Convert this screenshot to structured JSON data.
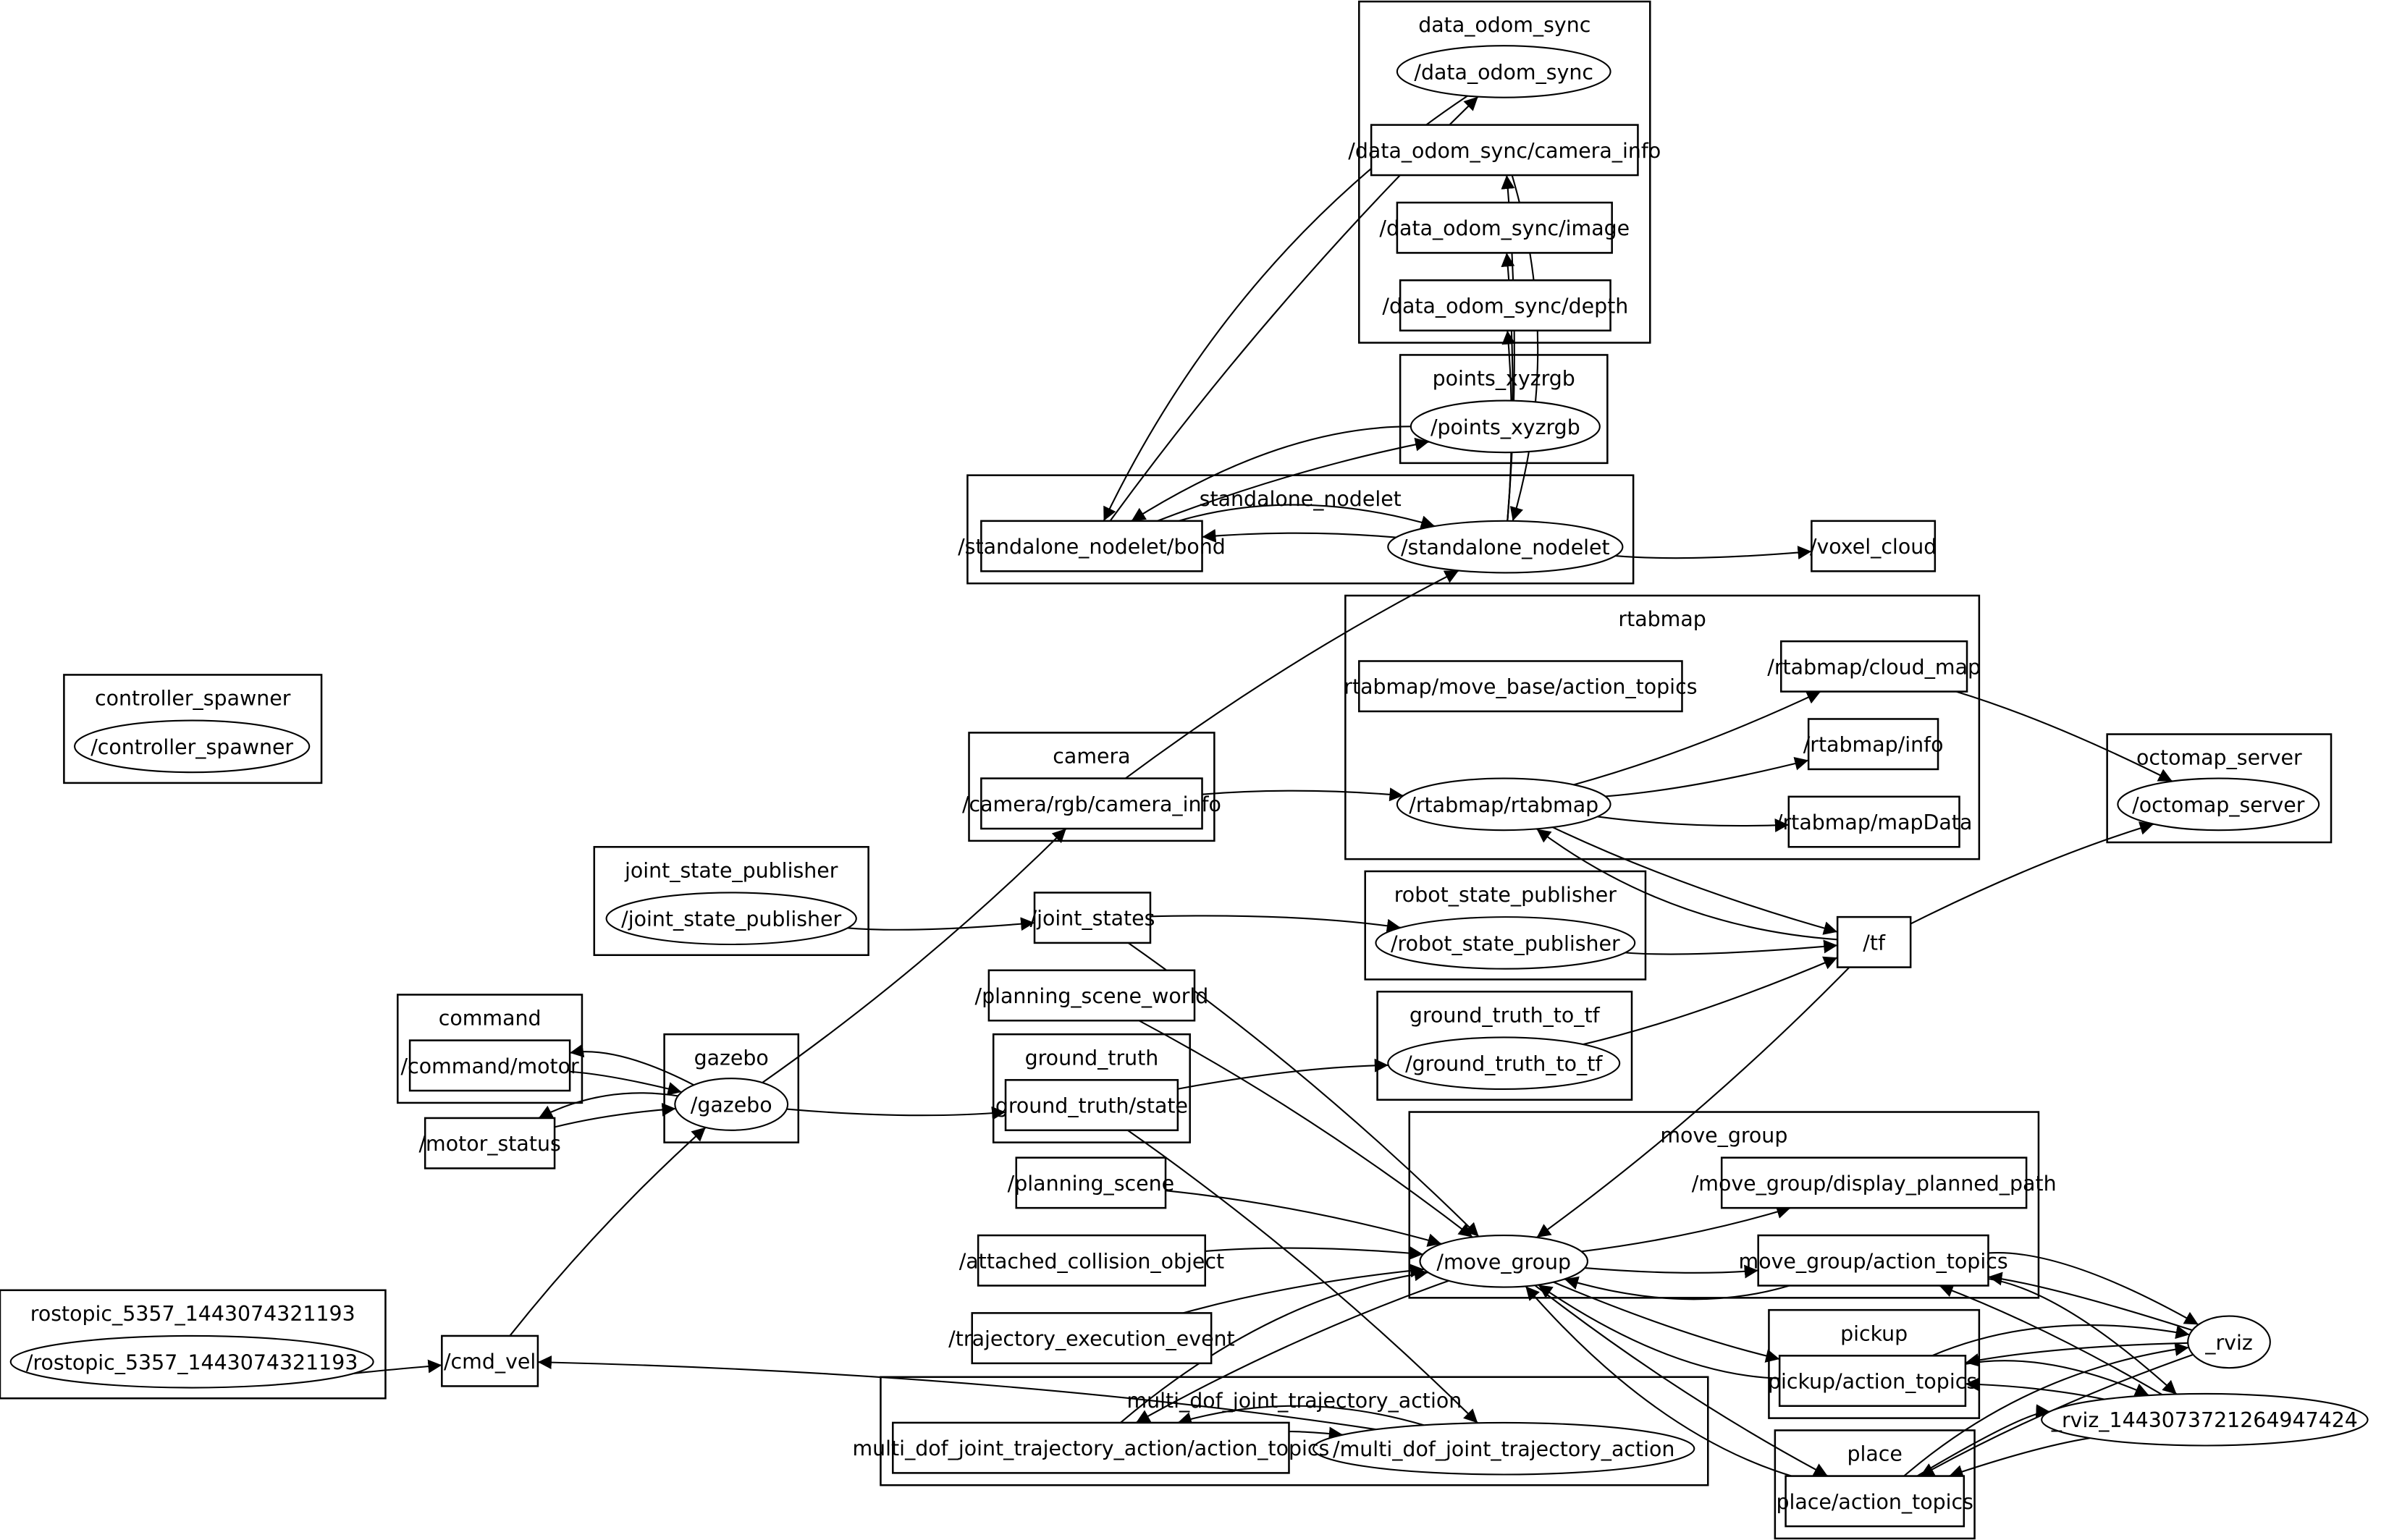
{
  "graph": {
    "title": "ROS computation graph",
    "clusters": [
      {
        "id": "data_odom_sync",
        "label": "data_odom_sync"
      },
      {
        "id": "points_xyzrgb",
        "label": "points_xyzrgb"
      },
      {
        "id": "standalone_nodelet",
        "label": "standalone_nodelet"
      },
      {
        "id": "rtabmap",
        "label": "rtabmap"
      },
      {
        "id": "controller_spawner",
        "label": "controller_spawner"
      },
      {
        "id": "camera",
        "label": "camera"
      },
      {
        "id": "octomap_server",
        "label": "octomap_server"
      },
      {
        "id": "joint_state_publisher",
        "label": "joint_state_publisher"
      },
      {
        "id": "robot_state_publisher",
        "label": "robot_state_publisher"
      },
      {
        "id": "command",
        "label": "command"
      },
      {
        "id": "gazebo",
        "label": "gazebo"
      },
      {
        "id": "ground_truth",
        "label": "ground_truth"
      },
      {
        "id": "ground_truth_to_tf",
        "label": "ground_truth_to_tf"
      },
      {
        "id": "move_group",
        "label": "move_group"
      },
      {
        "id": "pickup",
        "label": "pickup"
      },
      {
        "id": "rostopic",
        "label": "rostopic_5357_1443074321193"
      },
      {
        "id": "multi_dof",
        "label": "multi_dof_joint_trajectory_action"
      },
      {
        "id": "place",
        "label": "place"
      }
    ],
    "nodes": [
      {
        "id": "n_data_odom_sync",
        "kind": "node",
        "label": "/data_odom_sync"
      },
      {
        "id": "n_points_xyzrgb",
        "kind": "node",
        "label": "/points_xyzrgb"
      },
      {
        "id": "n_standalone_nodelet",
        "kind": "node",
        "label": "/standalone_nodelet"
      },
      {
        "id": "n_controller_spawner",
        "kind": "node",
        "label": "/controller_spawner"
      },
      {
        "id": "n_rtabmap",
        "kind": "node",
        "label": "/rtabmap/rtabmap"
      },
      {
        "id": "n_octomap_server",
        "kind": "node",
        "label": "/octomap_server"
      },
      {
        "id": "n_joint_state_publisher",
        "kind": "node",
        "label": "/joint_state_publisher"
      },
      {
        "id": "n_robot_state_publisher",
        "kind": "node",
        "label": "/robot_state_publisher"
      },
      {
        "id": "n_gazebo",
        "kind": "node",
        "label": "/gazebo"
      },
      {
        "id": "n_ground_truth_to_tf",
        "kind": "node",
        "label": "/ground_truth_to_tf"
      },
      {
        "id": "n_move_group",
        "kind": "node",
        "label": "/move_group"
      },
      {
        "id": "n_rviz",
        "kind": "node",
        "label": "_rviz"
      },
      {
        "id": "n_rostopic",
        "kind": "node",
        "label": "/rostopic_5357_1443074321193"
      },
      {
        "id": "n_rviz_long",
        "kind": "node",
        "label": "_rviz_1443073721264947424"
      },
      {
        "id": "n_multi_dof",
        "kind": "node",
        "label": "/multi_dof_joint_trajectory_action"
      }
    ],
    "topics": [
      {
        "id": "t_dos_camera_info",
        "label": "/data_odom_sync/camera_info"
      },
      {
        "id": "t_dos_image",
        "label": "/data_odom_sync/image"
      },
      {
        "id": "t_dos_depth",
        "label": "/data_odom_sync/depth"
      },
      {
        "id": "t_bond",
        "label": "/standalone_nodelet/bond"
      },
      {
        "id": "t_voxel_cloud",
        "label": "/voxel_cloud"
      },
      {
        "id": "t_move_base_action",
        "label": "rtabmap/move_base/action_topics"
      },
      {
        "id": "t_cloud_map",
        "label": "/rtabmap/cloud_map"
      },
      {
        "id": "t_rtab_info",
        "label": "/rtabmap/info"
      },
      {
        "id": "t_mapdata",
        "label": "/rtabmap/mapData"
      },
      {
        "id": "t_camera_info",
        "label": "/camera/rgb/camera_info"
      },
      {
        "id": "t_joint_states",
        "label": "/joint_states"
      },
      {
        "id": "t_tf",
        "label": "/tf"
      },
      {
        "id": "t_planning_scene_world",
        "label": "/planning_scene_world"
      },
      {
        "id": "t_command_motor",
        "label": "/command/motor"
      },
      {
        "id": "t_gt_state",
        "label": "ground_truth/state"
      },
      {
        "id": "t_motor_status",
        "label": "/motor_status"
      },
      {
        "id": "t_planning_scene",
        "label": "/planning_scene"
      },
      {
        "id": "t_display_path",
        "label": "/move_group/display_planned_path"
      },
      {
        "id": "t_attached",
        "label": "/attached_collision_object"
      },
      {
        "id": "t_mg_action",
        "label": "move_group/action_topics"
      },
      {
        "id": "t_traj_event",
        "label": "/trajectory_execution_event"
      },
      {
        "id": "t_pickup_action",
        "label": "pickup/action_topics"
      },
      {
        "id": "t_cmd_vel",
        "label": "/cmd_vel"
      },
      {
        "id": "t_multi_dof_action",
        "label": "multi_dof_joint_trajectory_action/action_topics"
      },
      {
        "id": "t_place_action",
        "label": "place/action_topics"
      }
    ],
    "edges": [
      [
        "t_bond",
        "n_data_odom_sync"
      ],
      [
        "n_data_odom_sync",
        "t_bond"
      ],
      [
        "n_standalone_nodelet",
        "t_dos_camera_info"
      ],
      [
        "n_standalone_nodelet",
        "t_dos_image"
      ],
      [
        "n_standalone_nodelet",
        "t_dos_depth"
      ],
      [
        "t_dos_camera_info",
        "n_standalone_nodelet"
      ],
      [
        "t_bond",
        "n_points_xyzrgb"
      ],
      [
        "n_points_xyzrgb",
        "t_bond"
      ],
      [
        "n_standalone_nodelet",
        "t_bond"
      ],
      [
        "t_bond",
        "n_standalone_nodelet"
      ],
      [
        "n_standalone_nodelet",
        "t_voxel_cloud"
      ],
      [
        "t_camera_info",
        "n_standalone_nodelet"
      ],
      [
        "t_camera_info",
        "n_rtabmap"
      ],
      [
        "n_rtabmap",
        "t_cloud_map"
      ],
      [
        "n_rtabmap",
        "t_rtab_info"
      ],
      [
        "n_rtabmap",
        "t_mapdata"
      ],
      [
        "t_cloud_map",
        "n_octomap_server"
      ],
      [
        "n_rtabmap",
        "t_tf"
      ],
      [
        "t_tf",
        "n_rtabmap"
      ],
      [
        "t_tf",
        "n_octomap_server"
      ],
      [
        "n_joint_state_publisher",
        "t_joint_states"
      ],
      [
        "t_joint_states",
        "n_robot_state_publisher"
      ],
      [
        "t_joint_states",
        "n_move_group"
      ],
      [
        "n_robot_state_publisher",
        "t_tf"
      ],
      [
        "n_ground_truth_to_tf",
        "t_tf"
      ],
      [
        "t_tf",
        "n_move_group"
      ],
      [
        "n_gazebo",
        "t_camera_info"
      ],
      [
        "t_command_motor",
        "n_gazebo"
      ],
      [
        "n_gazebo",
        "t_command_motor"
      ],
      [
        "t_motor_status",
        "n_gazebo"
      ],
      [
        "n_gazebo",
        "t_motor_status"
      ],
      [
        "n_gazebo",
        "t_gt_state"
      ],
      [
        "t_gt_state",
        "n_ground_truth_to_tf"
      ],
      [
        "t_gt_state",
        "n_multi_dof"
      ],
      [
        "t_planning_scene_world",
        "n_move_group"
      ],
      [
        "t_planning_scene",
        "n_move_group"
      ],
      [
        "t_attached",
        "n_move_group"
      ],
      [
        "t_traj_event",
        "n_move_group"
      ],
      [
        "n_move_group",
        "t_display_path"
      ],
      [
        "n_move_group",
        "t_mg_action"
      ],
      [
        "t_mg_action",
        "n_move_group"
      ],
      [
        "n_move_group",
        "t_pickup_action"
      ],
      [
        "t_pickup_action",
        "n_move_group"
      ],
      [
        "n_move_group",
        "t_place_action"
      ],
      [
        "t_place_action",
        "n_move_group"
      ],
      [
        "n_move_group",
        "t_multi_dof_action"
      ],
      [
        "t_multi_dof_action",
        "n_move_group"
      ],
      [
        "t_multi_dof_action",
        "n_multi_dof"
      ],
      [
        "n_multi_dof",
        "t_multi_dof_action"
      ],
      [
        "n_multi_dof",
        "t_cmd_vel"
      ],
      [
        "n_rostopic",
        "t_cmd_vel"
      ],
      [
        "t_cmd_vel",
        "n_gazebo"
      ],
      [
        "n_rviz",
        "t_mg_action"
      ],
      [
        "t_mg_action",
        "n_rviz"
      ],
      [
        "n_rviz",
        "t_pickup_action"
      ],
      [
        "t_pickup_action",
        "n_rviz"
      ],
      [
        "n_rviz",
        "t_place_action"
      ],
      [
        "t_place_action",
        "n_rviz"
      ],
      [
        "n_rviz_long",
        "t_mg_action"
      ],
      [
        "t_mg_action",
        "n_rviz_long"
      ],
      [
        "n_rviz_long",
        "t_pickup_action"
      ],
      [
        "t_pickup_action",
        "n_rviz_long"
      ],
      [
        "n_rviz_long",
        "t_place_action"
      ],
      [
        "t_place_action",
        "n_rviz_long"
      ]
    ]
  }
}
